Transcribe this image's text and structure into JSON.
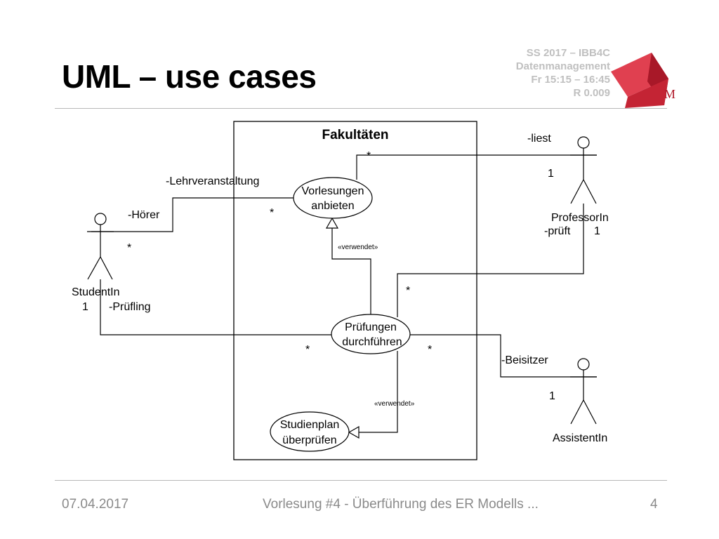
{
  "slide": {
    "title": "UML – use cases",
    "course": {
      "line1": "SS 2017 – IBB4C",
      "line2": "Datenmanagement",
      "line3": "Fr 15:15 – 16:45",
      "line4": "R 0.009"
    },
    "logo_letter": "M",
    "colors": {
      "accent": "#cc2030",
      "course_text": "#c0c0c0",
      "footer_text": "#8a8a8a"
    }
  },
  "diagram": {
    "system_name": "Fakultäten",
    "use_cases": {
      "vorlesungen": [
        "Vorlesungen",
        "anbieten"
      ],
      "pruefungen": [
        "Prüfungen",
        "durchführen"
      ],
      "studienplan": [
        "Studienplan",
        "überprüfen"
      ]
    },
    "actors": {
      "student": "StudentIn",
      "professor": "ProfessorIn",
      "assistent": "AssistentIn"
    },
    "roles": {
      "lehrveranstaltung": "-Lehrveranstaltung",
      "hoerer": "-Hörer",
      "liest": "-liest",
      "prueft": "-prüft",
      "pruefling": "-Prüfling",
      "beisitzer": "-Beisitzer"
    },
    "multiplicities": {
      "prof_liest": "1",
      "prof_prueft": "1",
      "student_pruefling": "1",
      "assistent": "1",
      "vl_top": "*",
      "vl_left": "*",
      "student_hoerer": "*",
      "pr_right_top": "*",
      "pr_left": "*",
      "pr_right": "*"
    },
    "stereotypes": {
      "upper": "«verwendet»",
      "lower": "«verwendet»"
    }
  },
  "footer": {
    "date": "07.04.2017",
    "title": "Vorlesung #4 - Überführung des ER Modells ...",
    "page": "4"
  }
}
